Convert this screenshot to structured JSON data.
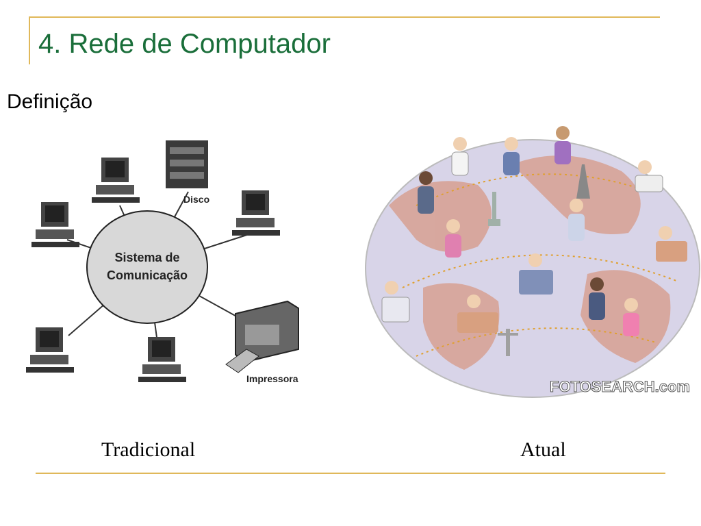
{
  "slide": {
    "title": "4. Rede de Computador",
    "subtitle": "Definição",
    "caption_left": "Tradicional",
    "caption_right": "Atual"
  },
  "diagram_traditional": {
    "center_label_line1": "Sistema de",
    "center_label_line2": "Comunicação",
    "disk_label": "Disco",
    "printer_label": "Impressora"
  },
  "watermark": {
    "brand": "FOTOSEARCH.com"
  },
  "colors": {
    "title": "#1a6e3a",
    "rule": "#e0b85a",
    "circle_fill": "#d8d8d8"
  }
}
